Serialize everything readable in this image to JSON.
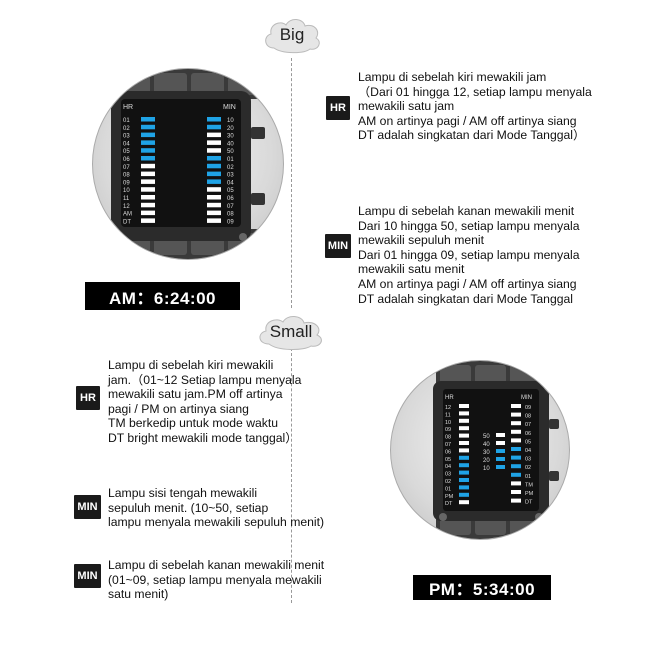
{
  "labels": {
    "big": "Big",
    "small": "Small"
  },
  "badges": {
    "hr": "HR",
    "min": "MIN"
  },
  "big_section": {
    "hr_lines": [
      "Lampu di sebelah kiri mewakili jam",
      "（Dari 01 hingga 12, setiap lampu menyala",
      "mewakili satu jam",
      "AM on artinya pagi / AM off artinya siang",
      "DT adalah singkatan dari Mode Tanggal）"
    ],
    "min_lines": [
      "Lampu di sebelah kanan mewakili menit",
      "Dari 10 hingga 50, setiap lampu menyala",
      "mewakili sepuluh menit",
      "Dari 01 hingga 09, setiap lampu menyala",
      "mewakili satu menit",
      "AM on artinya pagi / AM off artinya siang",
      "DT adalah singkatan dari Mode Tanggal"
    ],
    "time": "AM：6:24:00",
    "watch": {
      "left_header": "HR",
      "right_header": "MIN",
      "left_scale": [
        "01",
        "02",
        "03",
        "04",
        "05",
        "06",
        "07",
        "08",
        "09",
        "10",
        "11",
        "12",
        "AM",
        "DT"
      ],
      "right_scale": [
        "10",
        "20",
        "30",
        "40",
        "50",
        "01",
        "02",
        "03",
        "04",
        "05",
        "06",
        "07",
        "08",
        "09"
      ]
    }
  },
  "small_section": {
    "hr_lines": [
      "Lampu di sebelah kiri mewakili",
      "jam.（01~12 Setiap lampu menyala",
      "mewakili satu jam.PM off artinya",
      "pagi / PM on artinya siang",
      "TM berkedip untuk mode waktu",
      "DT bright mewakili mode tanggal）"
    ],
    "min_mid_lines": [
      "Lampu sisi tengah mewakili",
      "sepuluh menit. (10~50, setiap",
      "lampu menyala mewakili sepuluh menit)"
    ],
    "min_right_lines": [
      "Lampu di sebelah kanan mewakili menit",
      "(01~09, setiap lampu menyala mewakili",
      "satu menit)"
    ],
    "time": "PM：5:34:00",
    "watch": {
      "left_header": "HR",
      "right_header": "MIN",
      "left_scale": [
        "12",
        "11",
        "10",
        "09",
        "08",
        "07",
        "06",
        "05",
        "04",
        "03",
        "02",
        "01",
        "PM",
        "DT"
      ],
      "mid_scale": [
        "50",
        "40",
        "30",
        "20",
        "10"
      ],
      "right_scale": [
        "09",
        "08",
        "07",
        "06",
        "05",
        "04",
        "03",
        "02",
        "01",
        "TM",
        "PM",
        "DT"
      ]
    }
  },
  "colors": {
    "led_on": "#1fa3e6",
    "led_off": "#ffffff",
    "badge_bg": "#1a1a1a"
  }
}
